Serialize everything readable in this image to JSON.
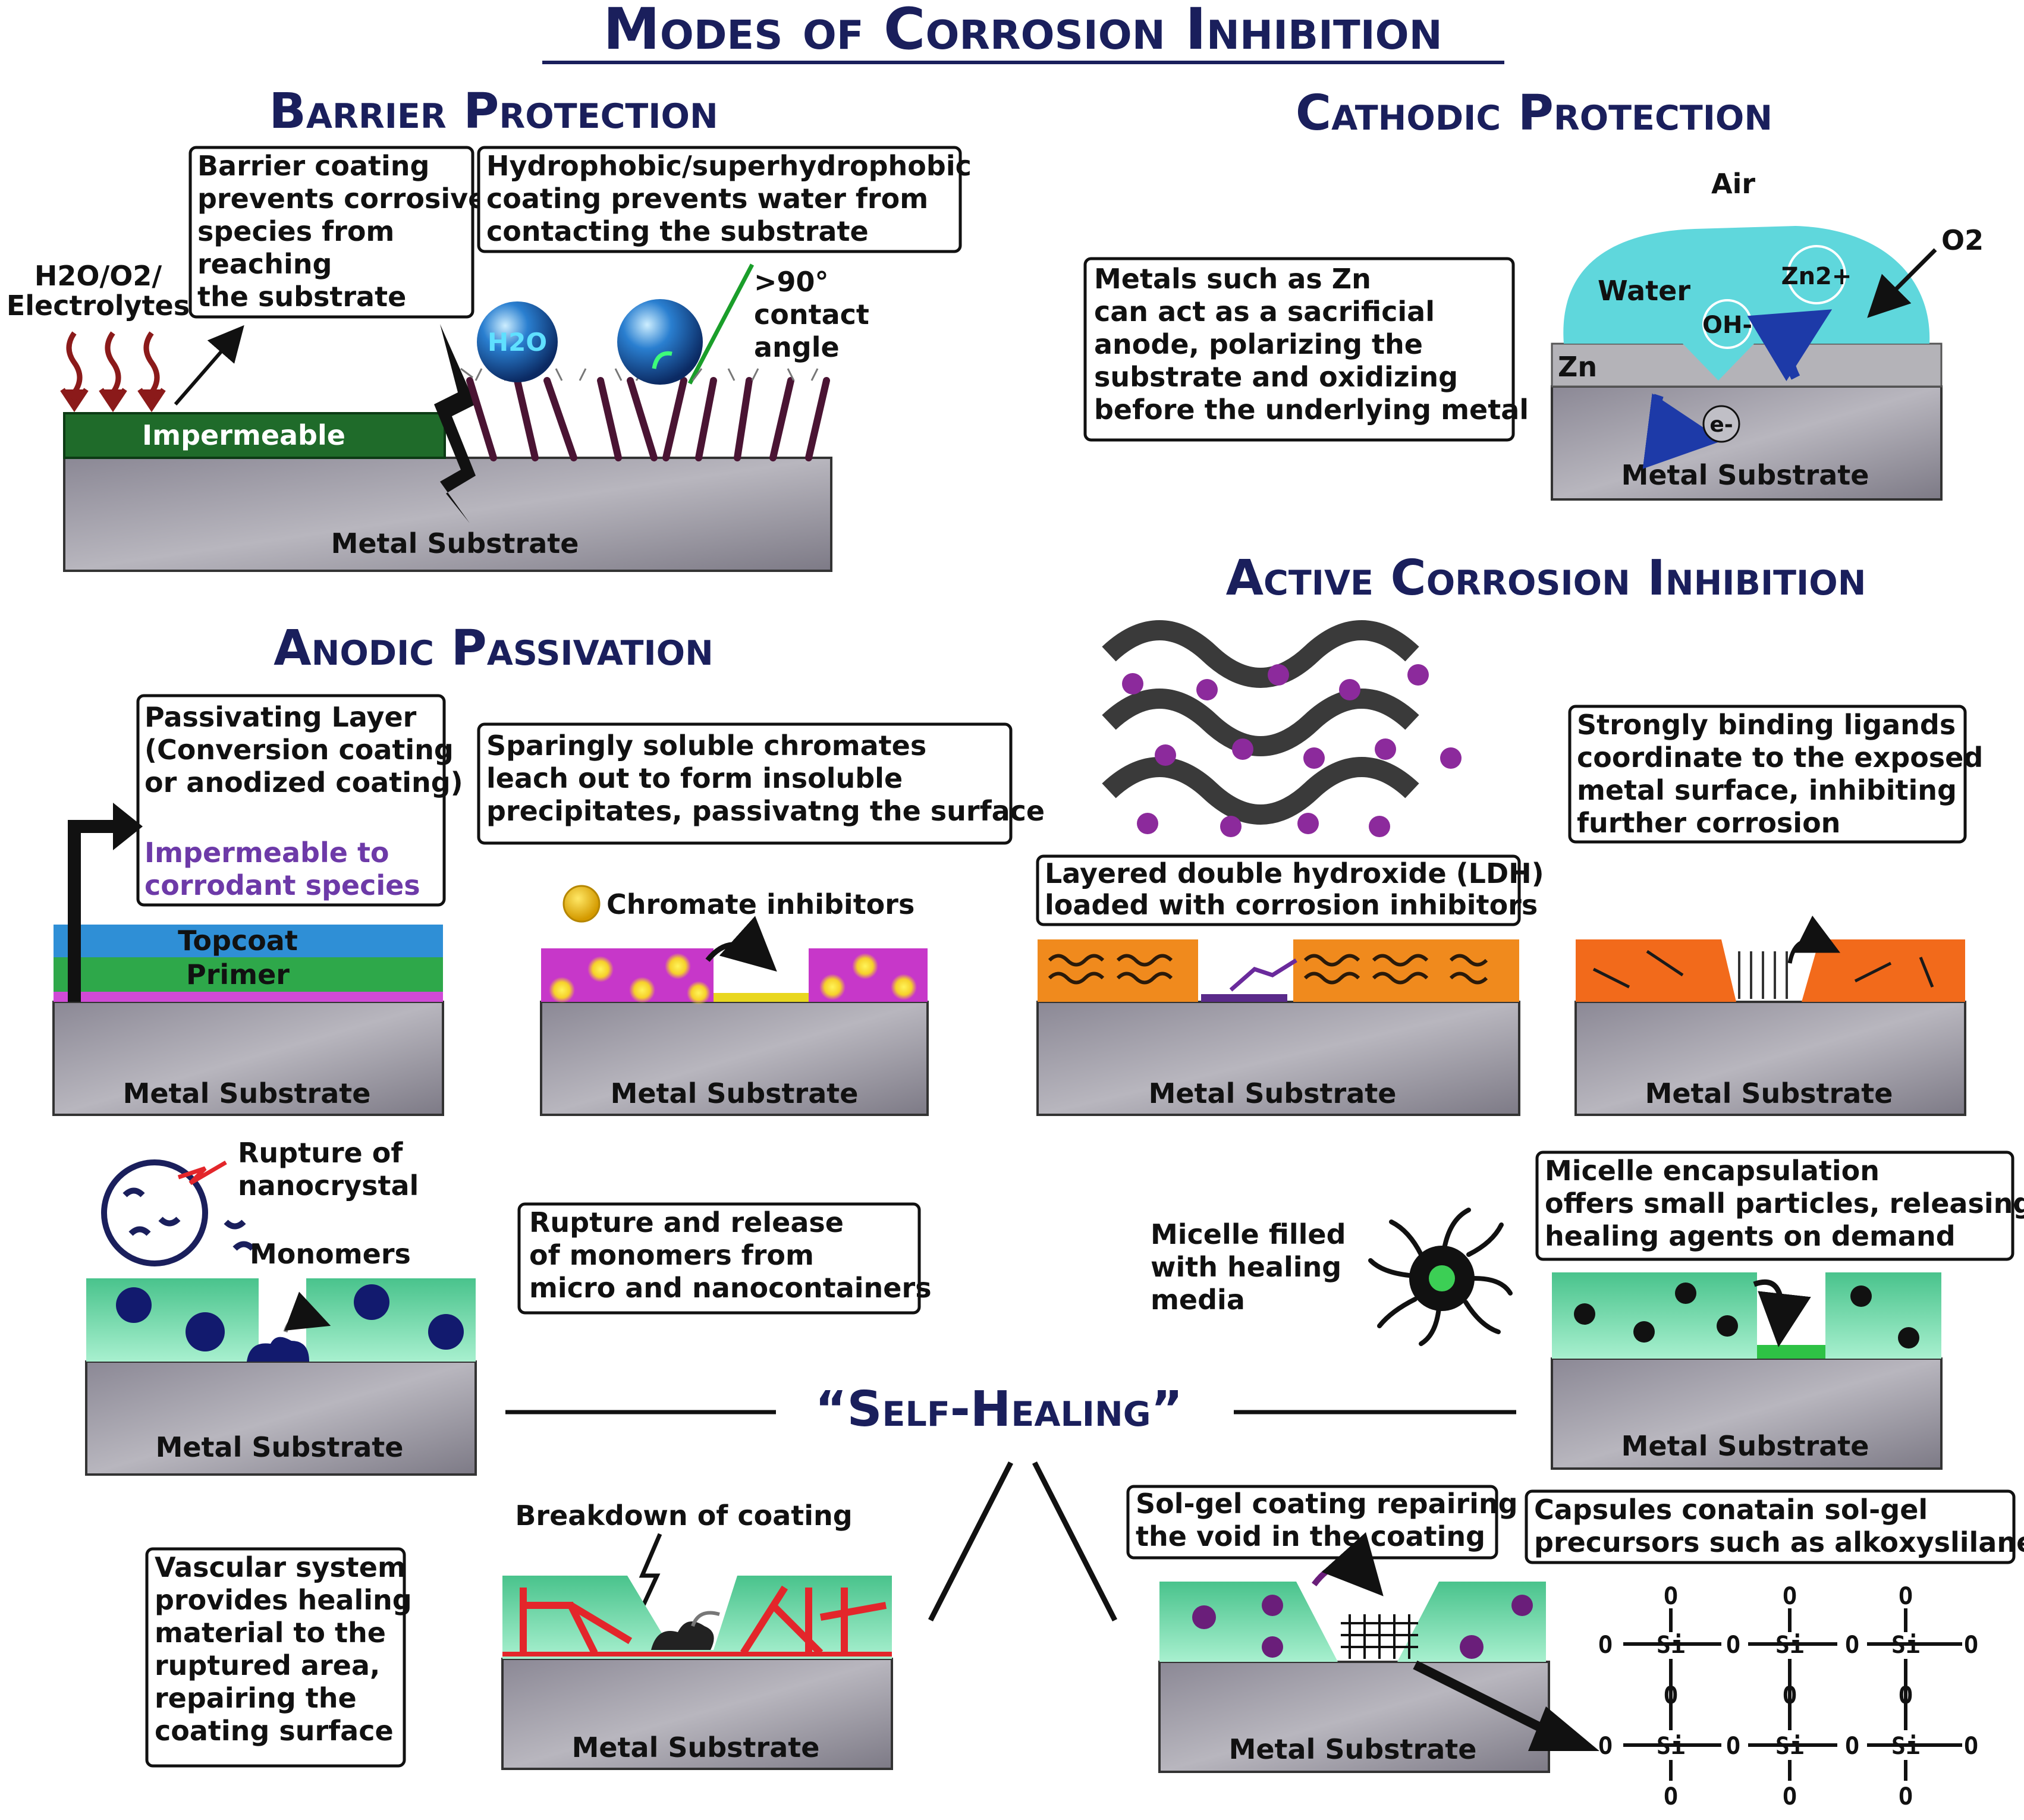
{
  "title": "Modes of Corrosion Inhibition",
  "sections": {
    "barrier": {
      "heading": "Barrier Protection",
      "incoming": [
        "H2O/O2/",
        "Electrolytes"
      ],
      "box1": [
        "Barrier coating",
        "prevents corrosive",
        "species from",
        "reaching",
        "the substrate"
      ],
      "box2": [
        "Hydrophobic/superhydrophobic",
        "coating prevents water from",
        "contacting the substrate"
      ],
      "contact_angle": [
        ">90°",
        "contact",
        "angle"
      ],
      "impermeable": "Impermeable",
      "droplet": "H2O",
      "substrate": "Metal Substrate"
    },
    "cathodic": {
      "heading": "Cathodic Protection",
      "air": "Air",
      "box": [
        "Metals such as Zn",
        "can act as a sacrificial",
        "anode, polarizing the",
        "substrate and oxidizing",
        "before the underlying metal"
      ],
      "water": "Water",
      "oh": "OH-",
      "zn_ion": "Zn2+",
      "o2": "O2",
      "zn": "Zn",
      "electron": "e-",
      "substrate": "Metal Substrate"
    },
    "anodic": {
      "heading": "Anodic Passivation",
      "box1": [
        "Passivating Layer",
        "(Conversion coating",
        "or anodized coating)"
      ],
      "box1_note": [
        "Impermeable to",
        "corrodant species"
      ],
      "topcoat": "Topcoat",
      "primer": "Primer",
      "box2": [
        "Sparingly soluble chromates",
        "leach out to form insoluble",
        "precipitates, passivatng the surface"
      ],
      "chromate": "Chromate inhibitors",
      "substrate": "Metal Substrate"
    },
    "active": {
      "heading": "Active Corrosion Inhibition",
      "ldh": [
        "Layered double hydroxide (LDH)",
        "loaded with corrosion inhibitors"
      ],
      "ligand": [
        "Strongly binding ligands",
        "coordinate to the exposed",
        "metal surface, inhibiting",
        "further corrosion"
      ],
      "substrate": "Metal Substrate"
    },
    "self_healing": {
      "heading": "“Self-Healing”",
      "rupture": [
        "Rupture of",
        "nanocrystal"
      ],
      "monomers": "Monomers",
      "release": [
        "Rupture and release",
        "of monomers from",
        "micro and nanocontainers"
      ],
      "micelle": [
        "Micelle filled",
        "with healing",
        "media"
      ],
      "micelle_box": [
        "Micelle encapsulation",
        "offers small particles, releasing",
        "healing agents on demand"
      ],
      "breakdown": "Breakdown of coating",
      "vascular": [
        "Vascular system",
        "provides healing",
        "material to the",
        "ruptured area,",
        "repairing the",
        "coating surface"
      ],
      "solgel": [
        "Sol-gel coating repairing",
        "the void in the coating"
      ],
      "capsules": [
        "Capsules conatain sol-gel",
        "precursors such as alkoxyslilanes"
      ],
      "substrate": "Metal Substrate",
      "si": "Si",
      "o": "O"
    }
  },
  "colors": {
    "title": "#1a1f5c",
    "impermeable_green": "#1f6b2a",
    "water_cyan": "#5fd7dc",
    "arrow_blue": "#1d3aa8",
    "topcoat_blue": "#2f8fd6",
    "primer_green": "#2ea84a",
    "magenta": "#c737c9",
    "ldh_orange": "#f08a1d",
    "ligand_orange": "#f26a1b",
    "healing_green": "#6fdcb0",
    "crack_red": "#e3262b",
    "purple_dot": "#6a1e7a"
  }
}
